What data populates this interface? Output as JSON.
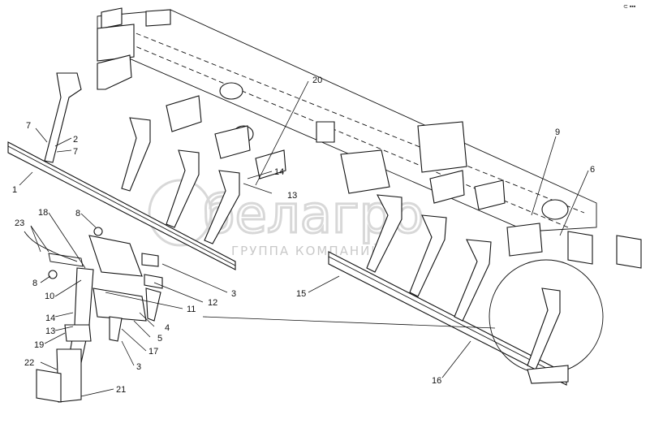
{
  "corner_mark": "⊂ ▪▪▪",
  "watermark": {
    "brand": "белагро",
    "tagline": "ГРУППА КОМПАНИЙ"
  },
  "callouts": [
    "1",
    "2",
    "3",
    "3",
    "4",
    "5",
    "6",
    "7",
    "7",
    "8",
    "8",
    "9",
    "10",
    "11",
    "12",
    "13",
    "13",
    "14",
    "14",
    "15",
    "16",
    "17",
    "18",
    "19",
    "20",
    "21",
    "22",
    "23"
  ]
}
